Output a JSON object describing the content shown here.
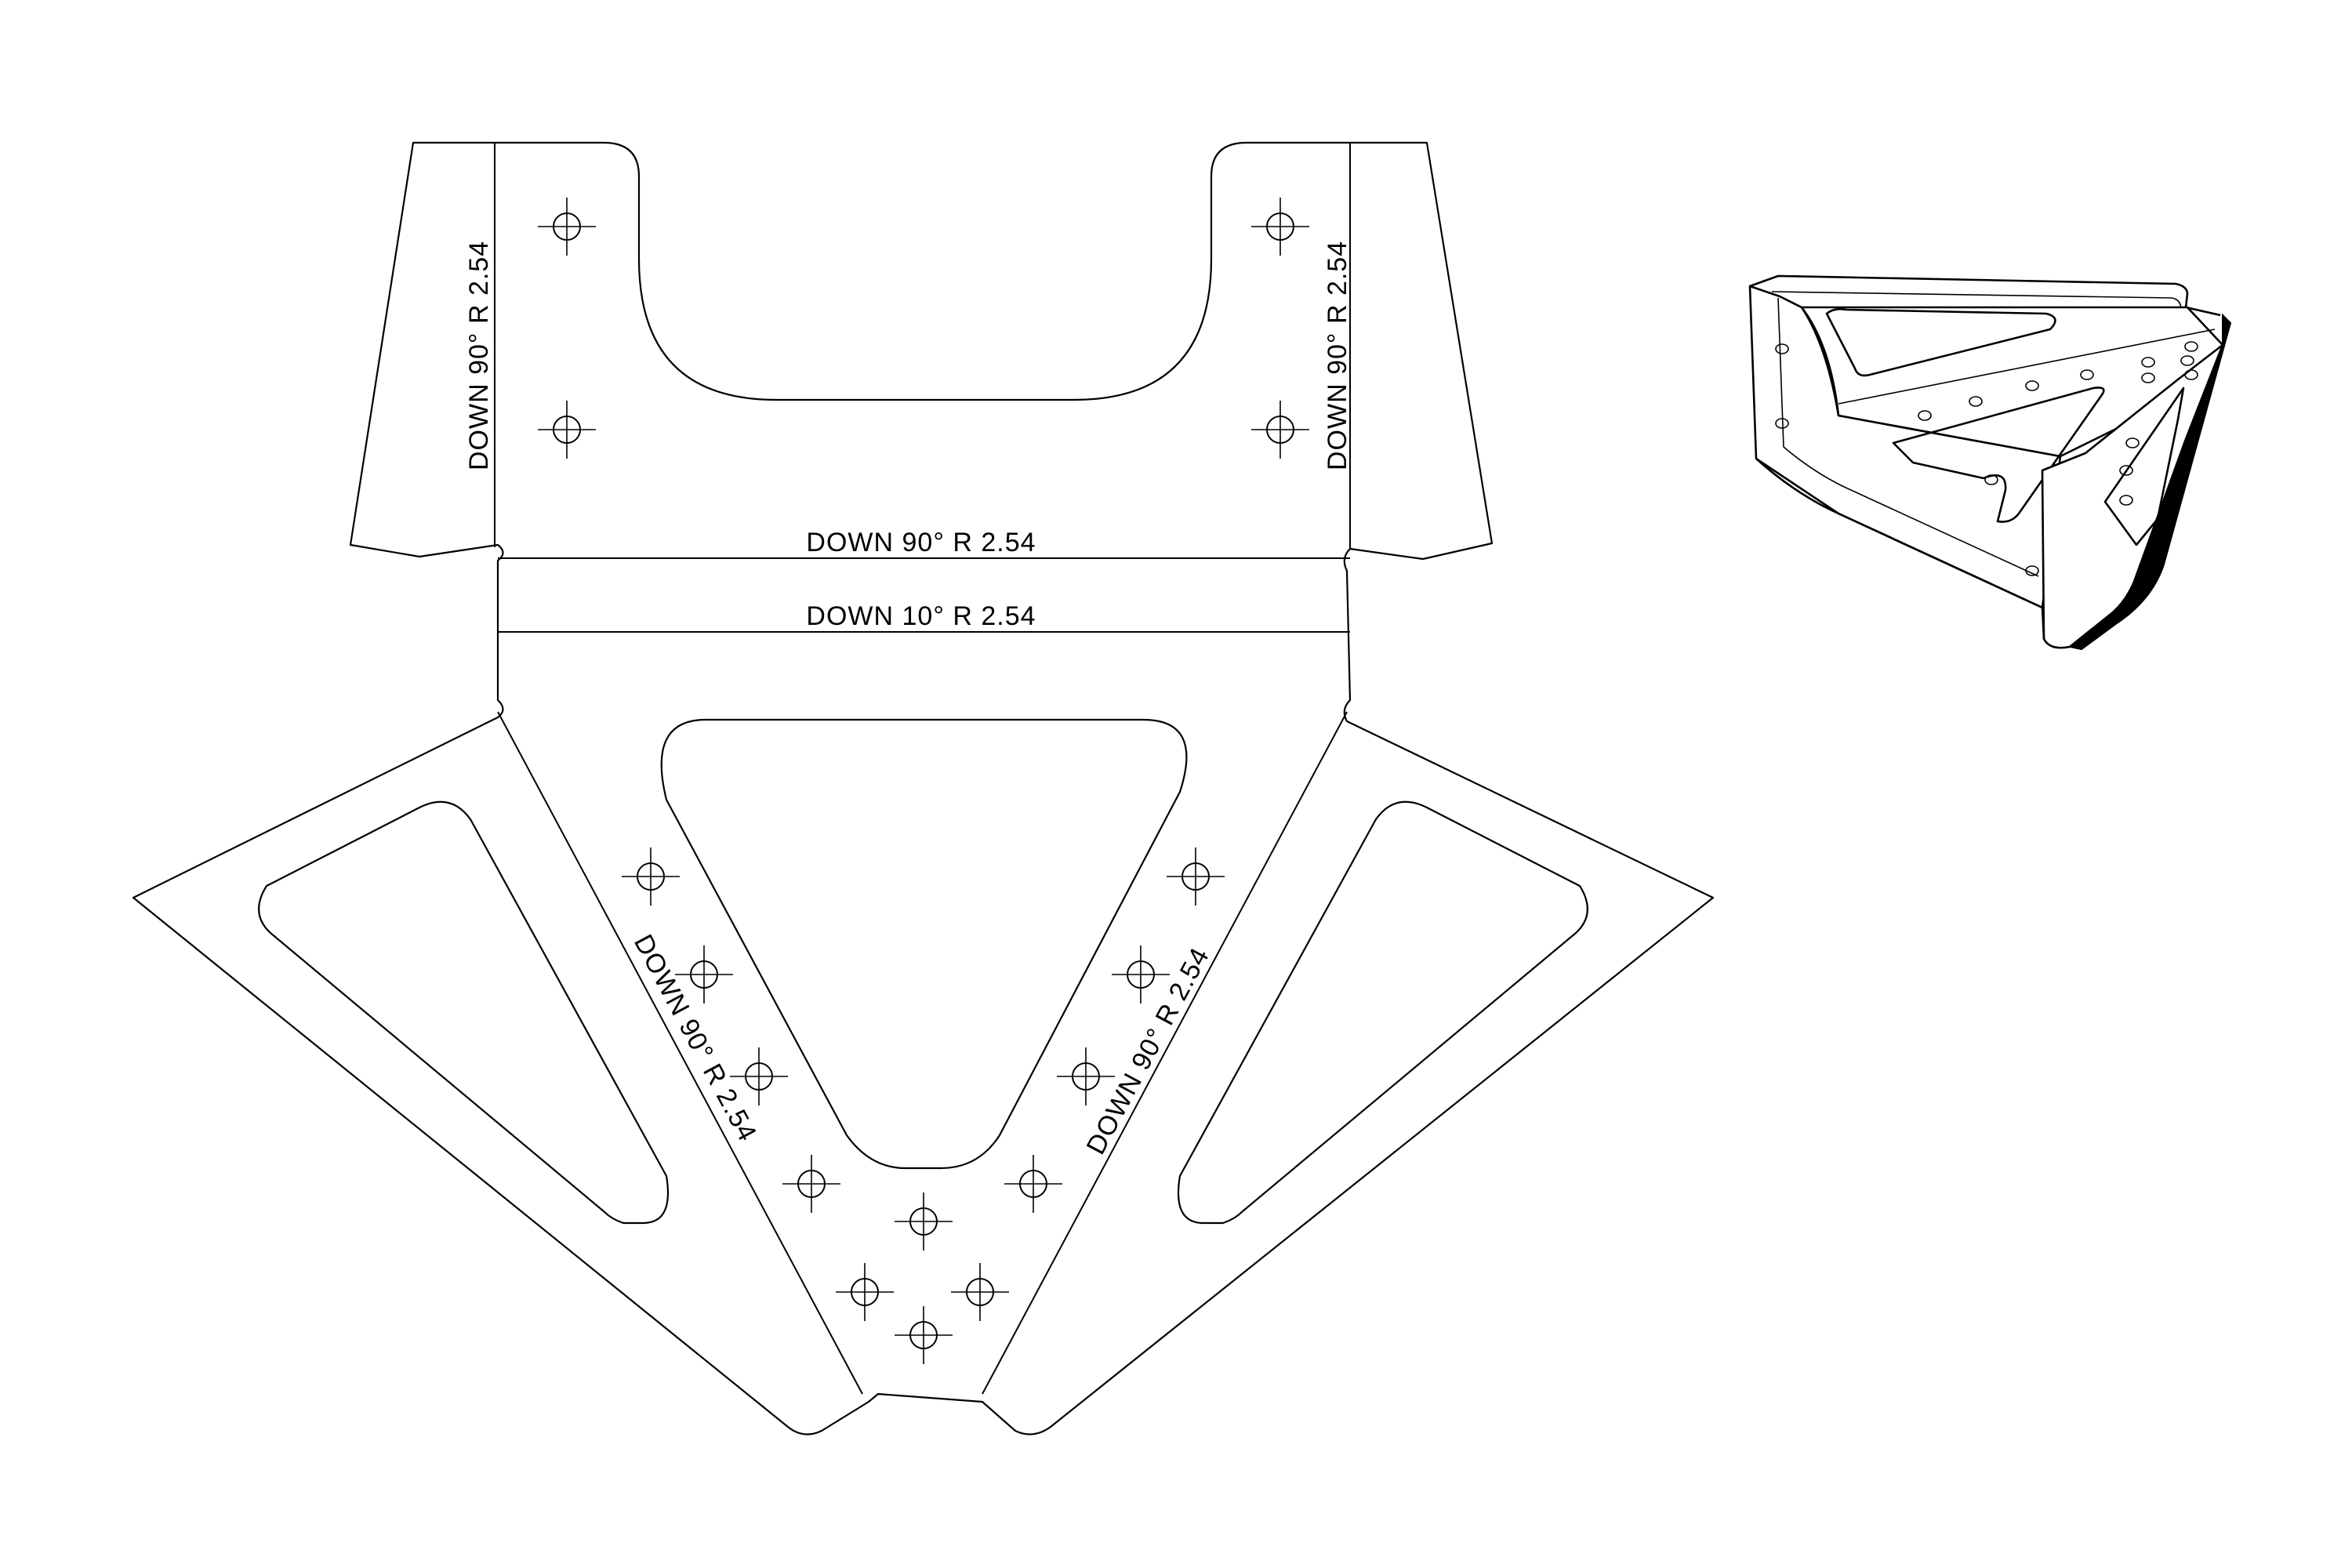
{
  "bend_notes": {
    "top_left_flange": "DOWN  90°  R 2.54",
    "top_right_flange": "DOWN  90°  R 2.54",
    "horizontal_upper": "DOWN  90°  R 2.54",
    "horizontal_lower": "DOWN  10°  R 2.54",
    "diagonal_left": "DOWN 90°  R 2.54",
    "diagonal_right": "DOWN 90°  R 2.54"
  },
  "colors": {
    "line": "#000000",
    "background": "#ffffff"
  }
}
